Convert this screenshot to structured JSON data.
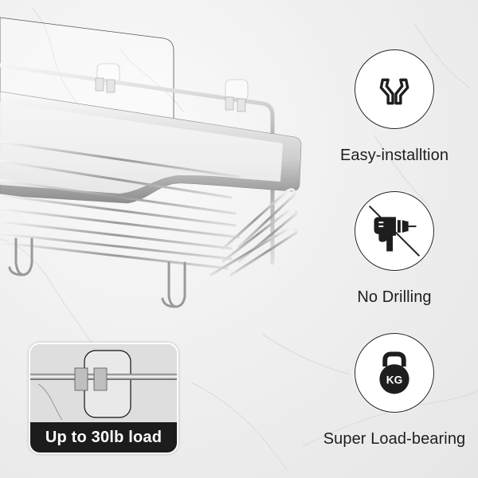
{
  "features": [
    {
      "icon": "clamp-install-icon",
      "label": "Easy-installtion"
    },
    {
      "icon": "no-drill-icon",
      "label": "No Drilling"
    },
    {
      "icon": "kettlebell-icon",
      "label": "Super Load-bearing",
      "icon_text": "KG"
    }
  ],
  "inset": {
    "caption": "Up to 30lb load"
  },
  "colors": {
    "background": "#eeeeee",
    "icon_stroke": "#222222",
    "banner": "#1c1c1c",
    "banner_text": "#ffffff"
  }
}
